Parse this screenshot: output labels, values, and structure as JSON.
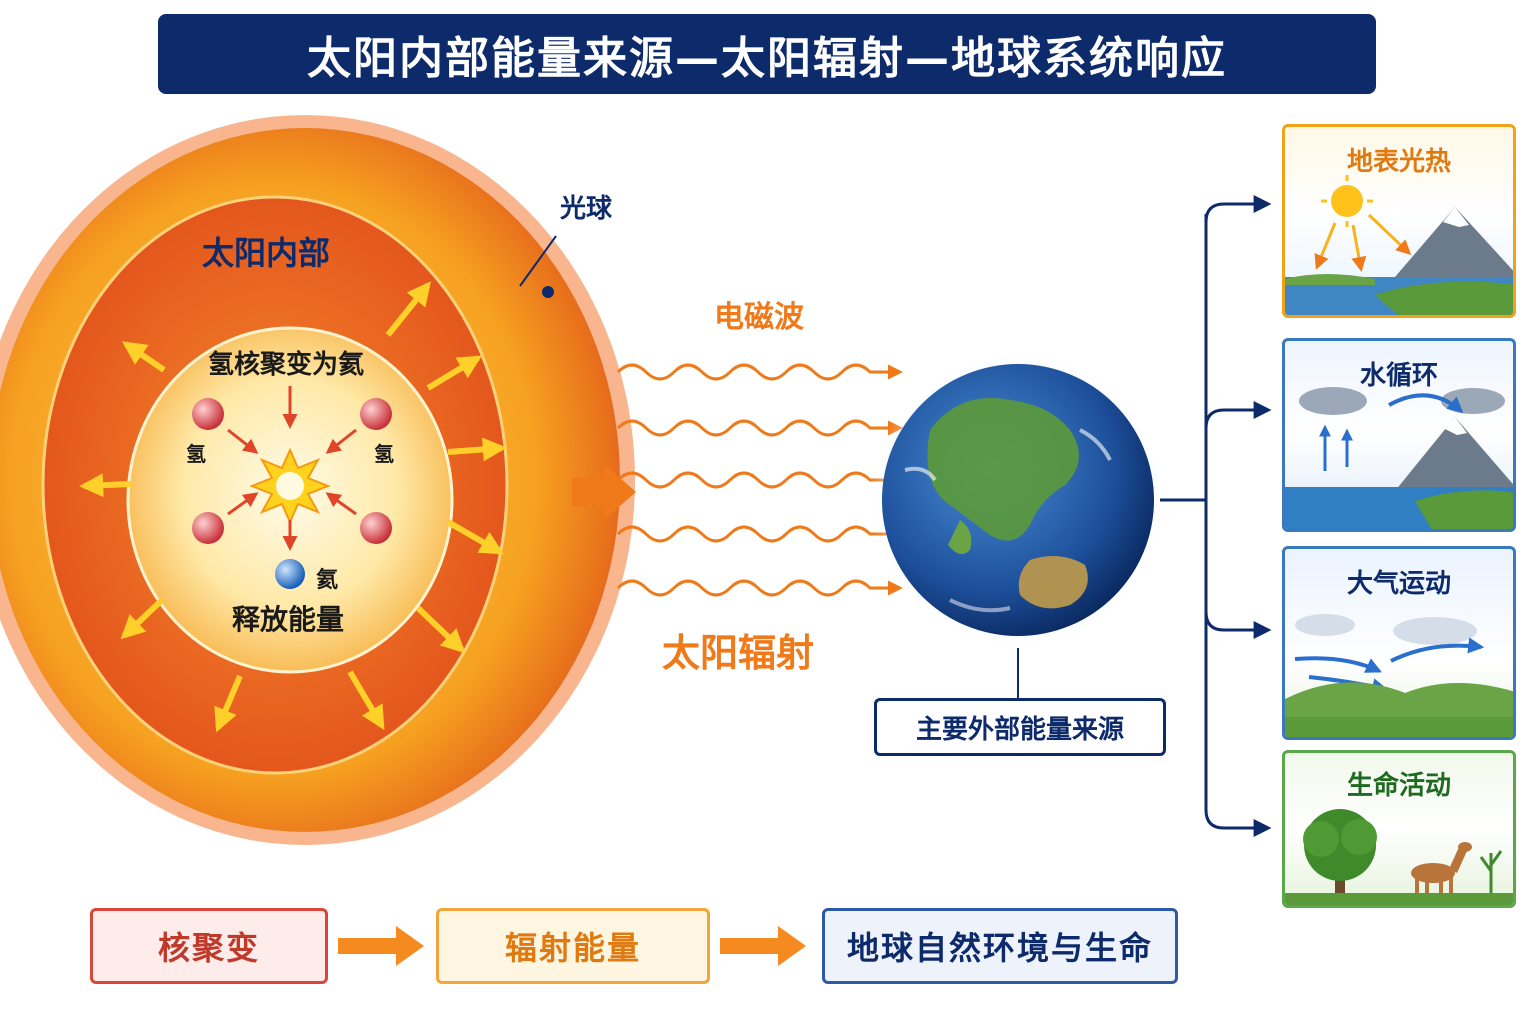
{
  "title": "太阳内部能量来源—太阳辐射—地球系统响应",
  "sun": {
    "interior_label": "太阳内部",
    "photosphere_label": "光球",
    "fusion_label": "氢核聚变为氦",
    "hydrogen_label": "氢",
    "helium_label": "氦",
    "release_label": "释放能量"
  },
  "radiation": {
    "wave_label": "电磁波",
    "radiation_label": "太阳辐射"
  },
  "earth": {
    "caption": "主要外部能量来源"
  },
  "panels": [
    {
      "title": "地表光热",
      "color": "#f0a21b",
      "title_color": "#e07a10"
    },
    {
      "title": "水循环",
      "color": "#3a78c0",
      "title_color": "#0d2a6b"
    },
    {
      "title": "大气运动",
      "color": "#3a78c0",
      "title_color": "#0d2a6b"
    },
    {
      "title": "生命活动",
      "color": "#5aa84a",
      "title_color": "#1e6a1e"
    }
  ],
  "flow": [
    {
      "label": "核聚变",
      "border": "#d9473a",
      "bg": "#fdecea",
      "color": "#c0392b"
    },
    {
      "label": "辐射能量",
      "border": "#f2a53a",
      "bg": "#fff6e2",
      "color": "#e07a10"
    },
    {
      "label": "地球自然环境与生命",
      "border": "#2d5aa8",
      "bg": "#eef3fb",
      "color": "#0d2a6b"
    }
  ],
  "colors": {
    "navy": "#0d2a6b",
    "orange": "#f07a1a",
    "sun_outer": "#f5a623"
  }
}
